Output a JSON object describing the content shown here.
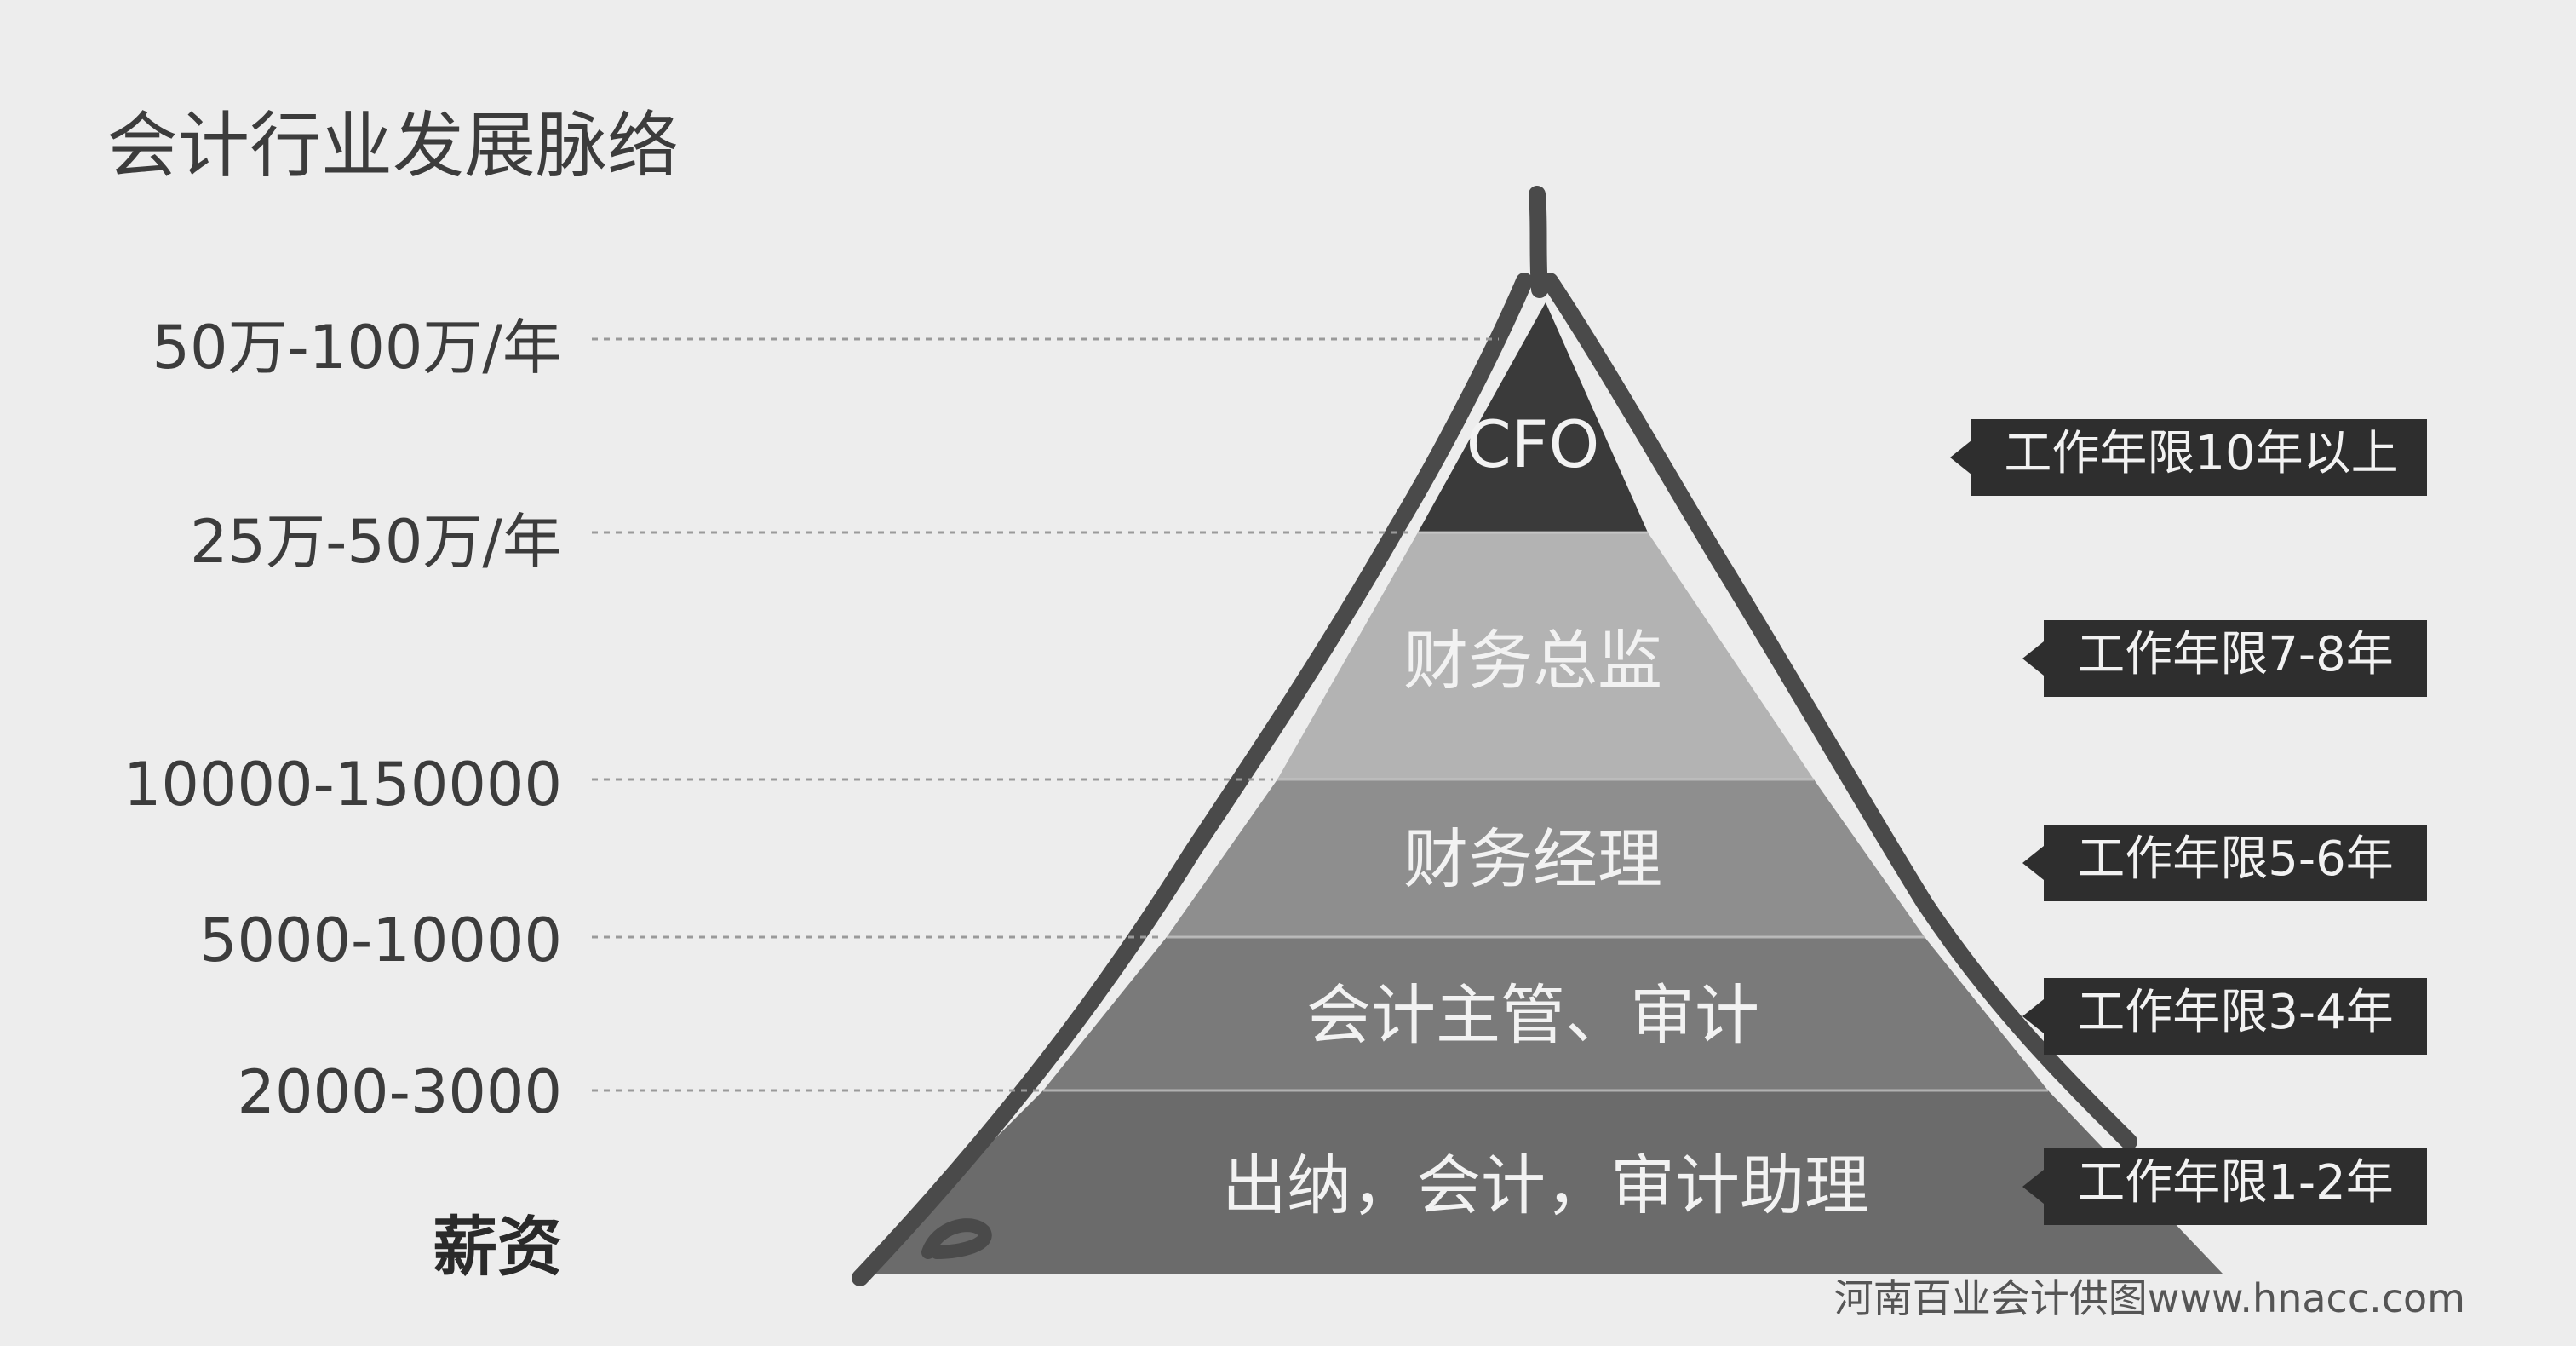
{
  "title": "会计行业发展脉络",
  "salary_header": "薪资",
  "salary_lines": [
    {
      "label": "50万-100万/年"
    },
    {
      "label": "25万-50万/年"
    },
    {
      "label": "10000-150000"
    },
    {
      "label": "5000-10000"
    },
    {
      "label": "2000-3000"
    }
  ],
  "levels": [
    {
      "name": "CFO",
      "years": "工作年限10年以上",
      "fill": "#3a3a3a"
    },
    {
      "name": "财务总监",
      "years": "工作年限7-8年",
      "fill": "#b3b3b3"
    },
    {
      "name": "财务经理",
      "years": "工作年限5-6年",
      "fill": "#8e8e8e"
    },
    {
      "name": "会计主管、审计",
      "years": "工作年限3-4年",
      "fill": "#7a7a7a"
    },
    {
      "name": "出纳，会计，审计助理",
      "years": "工作年限1-2年",
      "fill": "#6b6b6b"
    }
  ],
  "colors": {
    "background": "#ededed",
    "outline": "#4a4a4a",
    "badge": "#2e2e2e",
    "text_light": "#f2f2f2",
    "text_dark": "#3c3c3c"
  },
  "watermark": "河南百业会计供图www.hnacc.com"
}
